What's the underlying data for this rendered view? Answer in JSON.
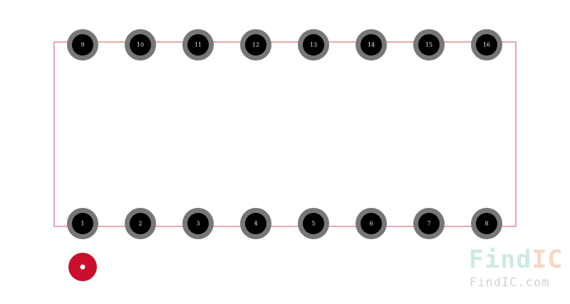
{
  "footprint": {
    "top_row_pins": [
      "9",
      "10",
      "11",
      "12",
      "13",
      "14",
      "15",
      "16"
    ],
    "bottom_row_pins": [
      "1",
      "2",
      "3",
      "4",
      "5",
      "6",
      "7",
      "8"
    ],
    "colors": {
      "outline": "#d0505e",
      "pad_ring": "#777777",
      "pad_hole": "#000000",
      "pin_label": "#e6e6e6",
      "pin1_marker": "#c8102e"
    }
  },
  "watermark": {
    "logo_part1": "Find",
    "logo_part2": "IC",
    "url": "FindIC.com"
  }
}
